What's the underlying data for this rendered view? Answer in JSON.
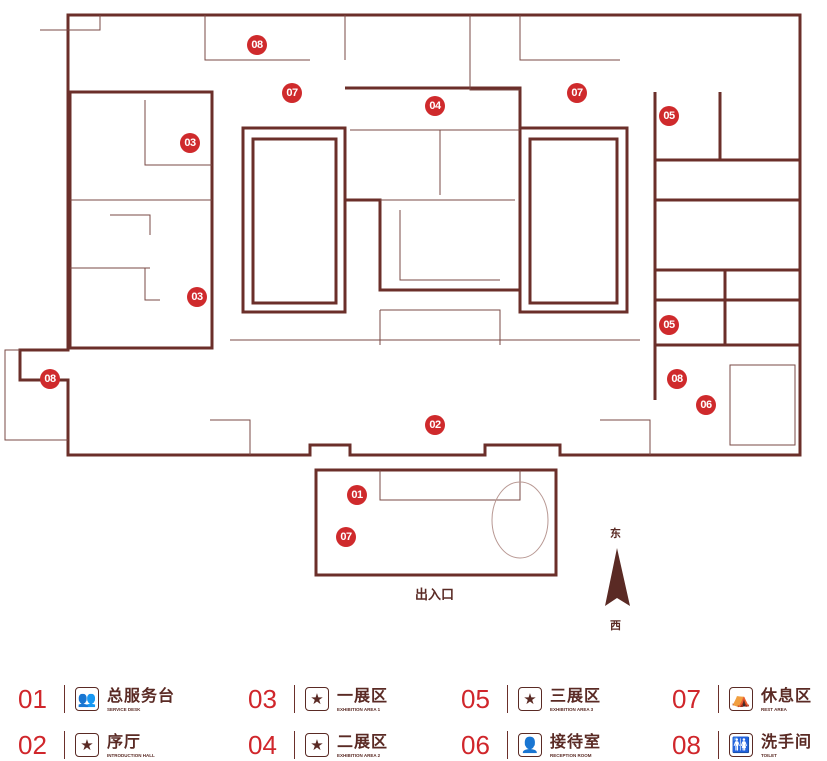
{
  "map": {
    "markers": [
      "08",
      "07",
      "04",
      "07",
      "05",
      "03",
      "03",
      "05",
      "08",
      "08",
      "06",
      "02",
      "01",
      "07"
    ],
    "entrance_label": "出入口",
    "compass": {
      "north_label": "东",
      "south_label": "西"
    }
  },
  "legend": [
    {
      "number": "01",
      "icon": "service-desk-icon",
      "name": "总服务台",
      "en": "SERVICE DESK"
    },
    {
      "number": "02",
      "icon": "star-icon",
      "name": "序厅",
      "en": "INTRODUCTION HALL"
    },
    {
      "number": "03",
      "icon": "star-icon",
      "name": "一展区",
      "en": "EXHIBITION AREA 1"
    },
    {
      "number": "04",
      "icon": "star-icon",
      "name": "二展区",
      "en": "EXHIBITION AREA 2"
    },
    {
      "number": "05",
      "icon": "star-icon",
      "name": "三展区",
      "en": "EXHIBITION AREA 3"
    },
    {
      "number": "06",
      "icon": "reception-icon",
      "name": "接待室",
      "en": "RECEPTION ROOM"
    },
    {
      "number": "07",
      "icon": "rest-area-icon",
      "name": "休息区",
      "en": "REST AREA"
    },
    {
      "number": "08",
      "icon": "toilet-icon",
      "name": "洗手间",
      "en": "TOILET"
    }
  ],
  "colors": {
    "wall": "#6b2f2a",
    "marker": "#cf2a2c",
    "legend_number": "#d0262b"
  }
}
